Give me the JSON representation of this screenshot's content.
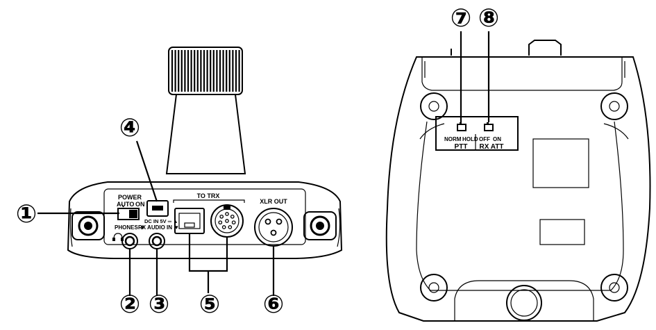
{
  "callouts": {
    "c1": "①",
    "c2": "②",
    "c3": "③",
    "c4": "④",
    "c5": "⑤",
    "c6": "⑥",
    "c7": "⑦",
    "c8": "⑧"
  },
  "front_panel": {
    "power": "POWER",
    "auto": "AUTO",
    "on": "ON",
    "dc_in": "DC IN 5V ═ ▲",
    "to_trx": "TO TRX",
    "xlr_out": "XLR OUT",
    "phones": "PHONES ▼",
    "rx_audio_in": "RX AUDIO IN ▼"
  },
  "bottom_panel": {
    "norm": "NORM",
    "hold": "HOLD",
    "ptt": "PTT",
    "off": "OFF",
    "on": "ON",
    "rx_att": "RX ATT"
  }
}
